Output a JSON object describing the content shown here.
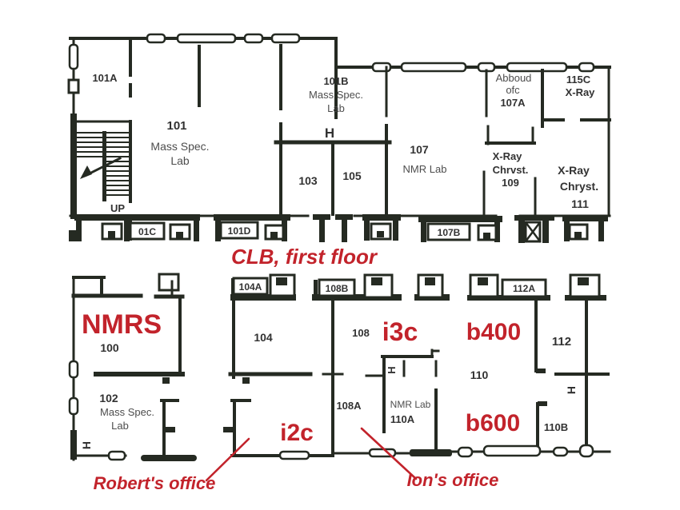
{
  "meta": {
    "floor_caption": "CLB, first floor"
  },
  "colors": {
    "annotation_red": "#c2232b",
    "wall": "#252a22"
  },
  "upper_floor": {
    "room_101a": "101A",
    "room_101": {
      "number": "101",
      "line1": "Mass Spec.",
      "line2": "Lab"
    },
    "room_101b": {
      "number": "101B",
      "line1": "Mass Spec.",
      "line2": "Lab"
    },
    "hall_marker": "H",
    "room_103": "103",
    "room_105": "105",
    "room_107": {
      "number": "107",
      "name": "NMR Lab"
    },
    "room_107a": {
      "line1": "Abboud",
      "line2": "ofc",
      "line3": "107A"
    },
    "room_115c": {
      "line1": "115C",
      "line2": "X-Ray"
    },
    "room_109": {
      "line1": "X-Ray",
      "line2": "Chrvst.",
      "line3": "109"
    },
    "room_111": {
      "line1": "X-Ray",
      "line2": "Chryst.",
      "line3": "111"
    },
    "stairs_up": "UP",
    "bench_01c": "01C",
    "bench_101d": "101D",
    "bench_107b": "107B"
  },
  "lower_floor": {
    "nmrs": "NMRS",
    "room_100": "100",
    "room_102": {
      "number": "102",
      "line1": "Mass Spec.",
      "line2": "Lab"
    },
    "hall_marker_1": "H",
    "room_104a": "104A",
    "room_104": "104",
    "room_108b": "108B",
    "room_108": "108",
    "i3c": "i3c",
    "room_108a": "108A",
    "room_110a": {
      "name": "NMR Lab",
      "number": "110A"
    },
    "hall_marker_2": "H",
    "i2c": "i2c",
    "room_112a": "112A",
    "room_112": "112",
    "room_110": "110",
    "b400": "b400",
    "b600": "b600",
    "room_110b": "110B",
    "hall_marker_3": "H"
  },
  "annotations": {
    "roberts_office": "Robert's office",
    "ions_office": "Ion's office"
  }
}
